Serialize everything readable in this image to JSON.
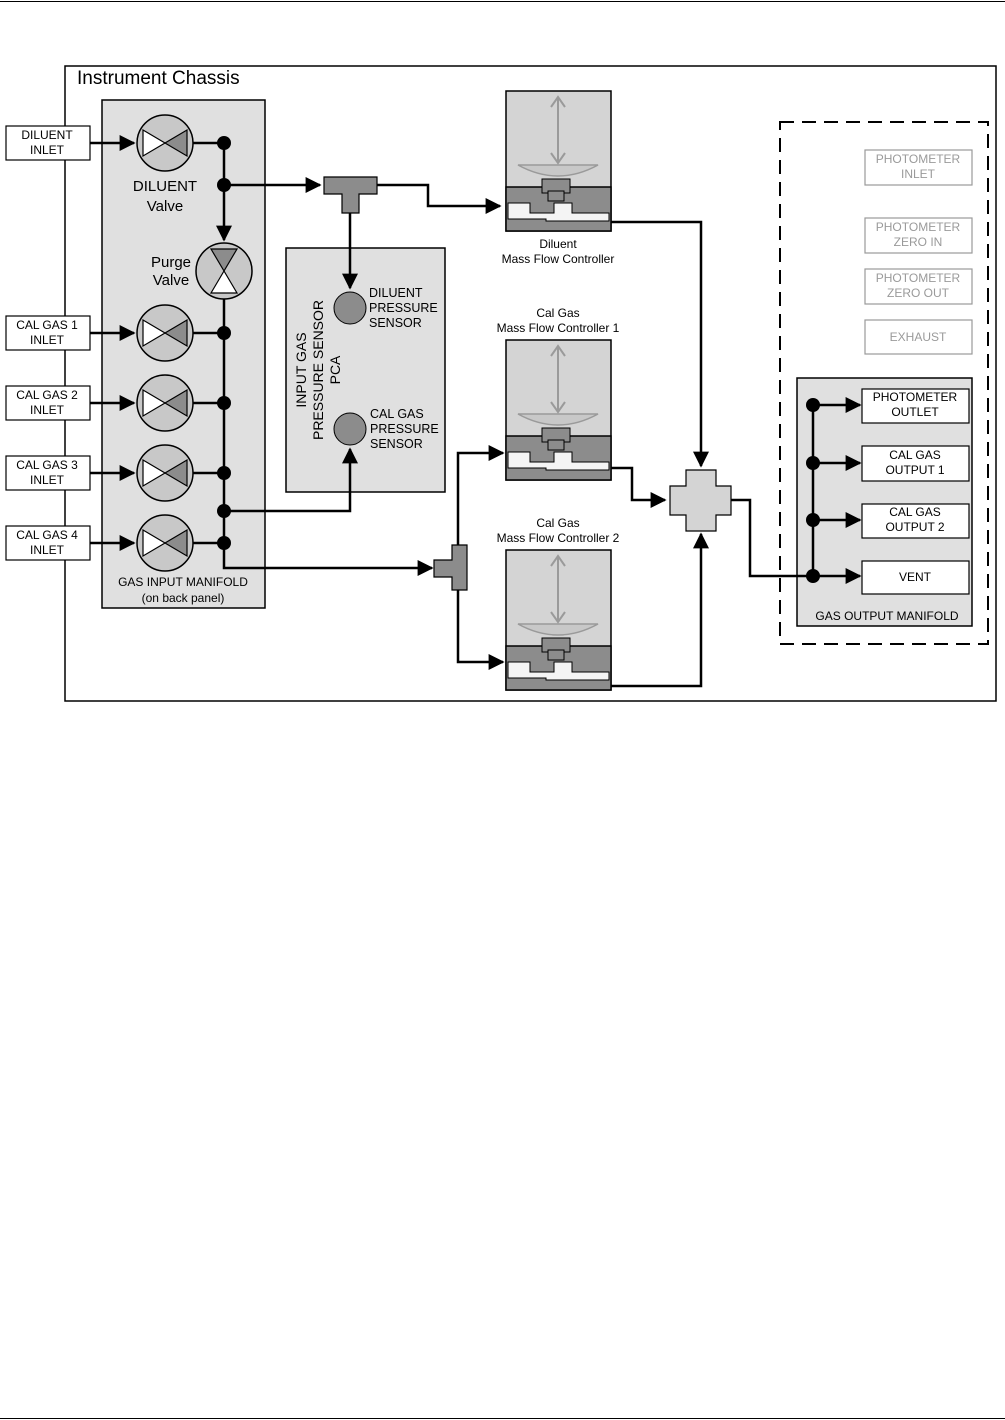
{
  "chassis": {
    "title": "Instrument Chassis"
  },
  "inlets": [
    {
      "line1": "DILUENT",
      "line2": "INLET"
    },
    {
      "line1": "CAL GAS 1",
      "line2": "INLET"
    },
    {
      "line1": "CAL GAS 2",
      "line2": "INLET"
    },
    {
      "line1": "CAL GAS 3",
      "line2": "INLET"
    },
    {
      "line1": "CAL GAS 4",
      "line2": "INLET"
    }
  ],
  "input_manifold": {
    "line1": "GAS INPUT MANIFOLD",
    "line2": "(on back panel)"
  },
  "diluent_valve": {
    "line1": "DILUENT",
    "line2": "Valve"
  },
  "purge_valve": {
    "line1": "Purge",
    "line2": "Valve"
  },
  "pressure_pca": {
    "line1": "INPUT GAS",
    "line2": "PRESSURE SENSOR",
    "line3": "PCA",
    "diluent_sensor": [
      "DILUENT",
      "PRESSURE",
      "SENSOR"
    ],
    "calgas_sensor": [
      "CAL GAS",
      "PRESSURE",
      "SENSOR"
    ]
  },
  "mfcs": [
    {
      "line1": "Diluent",
      "line2": "Mass Flow Controller"
    },
    {
      "line1": "Cal Gas",
      "line2": "Mass Flow Controller 1"
    },
    {
      "line1": "Cal Gas",
      "line2": "Mass Flow Controller 2"
    }
  ],
  "optional_ports": [
    {
      "line1": "PHOTOMETER",
      "line2": "INLET"
    },
    {
      "line1": "PHOTOMETER",
      "line2": "ZERO IN"
    },
    {
      "line1": "PHOTOMETER",
      "line2": "ZERO OUT"
    },
    {
      "line1": "EXHAUST",
      "line2": ""
    }
  ],
  "outputs": [
    {
      "line1": "PHOTOMETER",
      "line2": "OUTLET"
    },
    {
      "line1": "CAL GAS",
      "line2": "OUTPUT 1"
    },
    {
      "line1": "CAL GAS",
      "line2": "OUTPUT 2"
    },
    {
      "line1": "VENT",
      "line2": ""
    }
  ],
  "output_manifold": {
    "label": "GAS OUTPUT MANIFOLD"
  },
  "colors": {
    "line": "#000000",
    "panel": "#e0e0e0",
    "valve": "#c8c8c8",
    "dark": "#8c8c8c",
    "mfc": "#d4d4d4",
    "faded_text": "#9a9a9a"
  }
}
